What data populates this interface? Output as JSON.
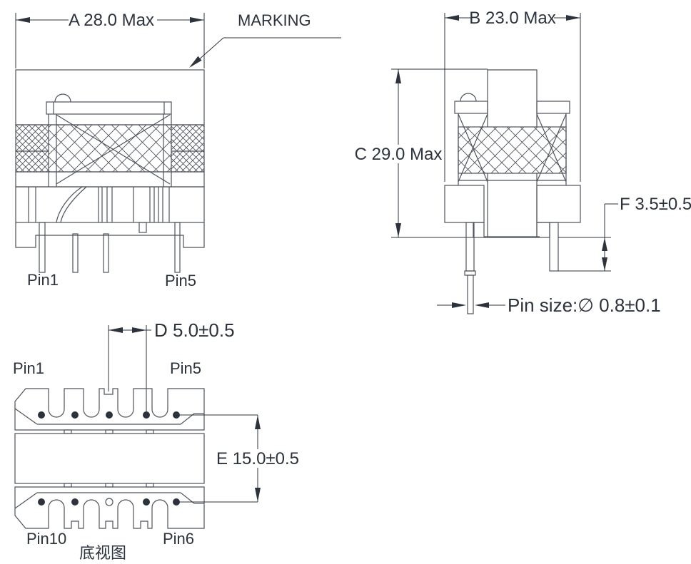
{
  "colors": {
    "line": "#4e545c",
    "text": "#2d333c",
    "background": "#ffffff"
  },
  "front_view": {
    "dim_a": "A 28.0 Max",
    "marking": "MARKING",
    "pin_left": "Pin1",
    "pin_right": "Pin5"
  },
  "side_view": {
    "dim_b": "B 23.0 Max",
    "dim_c": "C 29.0 Max",
    "dim_f": "F 3.5±0.5",
    "pin_size": "Pin size:∅ 0.8±0.1"
  },
  "bottom_view": {
    "dim_d": "D 5.0±0.5",
    "dim_e": "E 15.0±0.5",
    "pin_top_left": "Pin1",
    "pin_top_right": "Pin5",
    "pin_bottom_left": "Pin10",
    "pin_bottom_right": "Pin6",
    "caption": "底视图"
  }
}
